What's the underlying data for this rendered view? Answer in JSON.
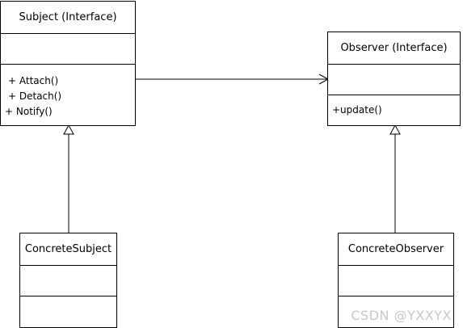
{
  "classes": {
    "subject": {
      "name": "Subject  (Interface)",
      "methods": [
        "+ Attach()",
        "+ Detach()",
        "+ Notify()"
      ]
    },
    "observer": {
      "name": "Observer  (Interface)",
      "methods": [
        "+update()"
      ]
    },
    "concrete_subject": {
      "name": "ConcreteSubject"
    },
    "concrete_observer": {
      "name": "ConcreteObserver"
    }
  },
  "watermark": "CSDN @YXXYX"
}
